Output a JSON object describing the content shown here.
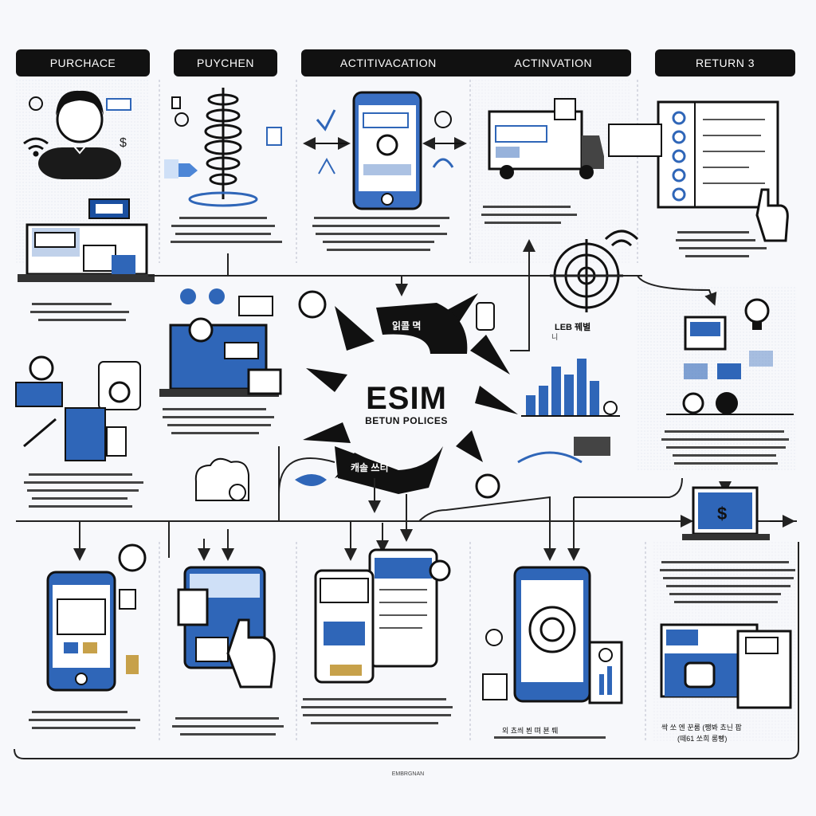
{
  "headers": {
    "purchase": "PURCHACE",
    "puychen": "PUYCHEN",
    "activation_1": "ACTITIVACATION",
    "activation_2": "ACTINVATION",
    "return": "RETURN 3"
  },
  "center": {
    "title": "ESIM",
    "subtitle": "BETUN POLICES",
    "chevron_top_label": "읽콜  멱",
    "chevron_bottom_label": "캐솔  쓰티"
  },
  "labels": {
    "chart_label": "LEB  꿰별",
    "chart_sublabel": "니",
    "return_caption": "싹 쏘 엔 꾼룸 (쨍봐 쵸닌 팝",
    "return_caption_2": "(떼61 쏘희 롱빵)",
    "act_caption": "외 쵸씌 뵌 뗘 뵨 뤠",
    "footer": "EMBRGNAN"
  },
  "colors": {
    "accent_blue": "#2f66b8",
    "dark": "#111111",
    "line": "#222222"
  }
}
